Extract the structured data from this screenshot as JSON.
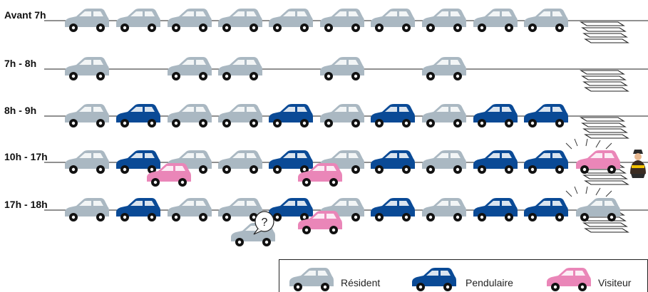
{
  "rows": [
    {
      "label": "Avant 7h",
      "cars": [
        "resident",
        "resident",
        "resident",
        "resident",
        "resident",
        "resident",
        "resident",
        "resident",
        "resident",
        "resident"
      ]
    },
    {
      "label": "7h - 8h",
      "cars": [
        "resident",
        "",
        "resident",
        "resident",
        "",
        "resident",
        "",
        "resident",
        "",
        ""
      ]
    },
    {
      "label": "8h - 9h",
      "cars": [
        "resident",
        "commuter",
        "resident",
        "resident",
        "commuter",
        "resident",
        "commuter",
        "resident",
        "commuter",
        "commuter"
      ]
    },
    {
      "label": "10h - 17h",
      "cars": [
        "resident",
        "commuter",
        "resident",
        "resident",
        "commuter",
        "resident",
        "commuter",
        "resident",
        "commuter",
        "commuter"
      ],
      "extra": [
        "visitor_parked_end",
        "visitor_double_1",
        "visitor_double_5",
        "police_officer"
      ]
    },
    {
      "label": "17h - 18h",
      "cars": [
        "resident",
        "commuter",
        "resident",
        "resident",
        "commuter",
        "resident",
        "commuter",
        "resident",
        "commuter",
        "commuter"
      ],
      "extra": [
        "resident_parked_end",
        "resident_searching_question",
        "visitor_double_5"
      ]
    }
  ],
  "question_mark": "?",
  "legend": {
    "resident": "Résident",
    "commuter": "Pendulaire",
    "visitor": "Visiteur"
  },
  "colors": {
    "resident": "#aab8c2",
    "commuter": "#0a4a96",
    "visitor": "#ea86b8",
    "street_line": "#222222",
    "crosswalk": "#222222"
  },
  "icons": [
    "car-icon",
    "crosswalk-icon",
    "police-officer-icon",
    "speech-bubble-icon"
  ]
}
